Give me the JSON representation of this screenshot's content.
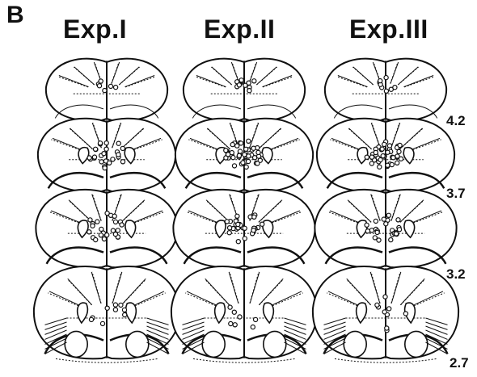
{
  "figure": {
    "panel_label": "B",
    "columns": [
      {
        "title": "Exp.I"
      },
      {
        "title": "Exp.II"
      },
      {
        "title": "Exp.III"
      }
    ],
    "rows": [
      {
        "bregma_label": "4.2",
        "section": "frontal"
      },
      {
        "bregma_label": "3.7",
        "section": "anterior-striatal"
      },
      {
        "bregma_label": "3.2",
        "section": "mid-striatal"
      },
      {
        "bregma_label": "2.7",
        "section": "posterior-striatal"
      }
    ],
    "colors": {
      "ink": "#111111",
      "background": "#ffffff"
    },
    "markers": {
      "shape": "open-circle",
      "cluster_density": [
        [
          6,
          12,
          8
        ],
        [
          24,
          42,
          38
        ],
        [
          24,
          28,
          24
        ],
        [
          9,
          7,
          9
        ]
      ]
    }
  }
}
